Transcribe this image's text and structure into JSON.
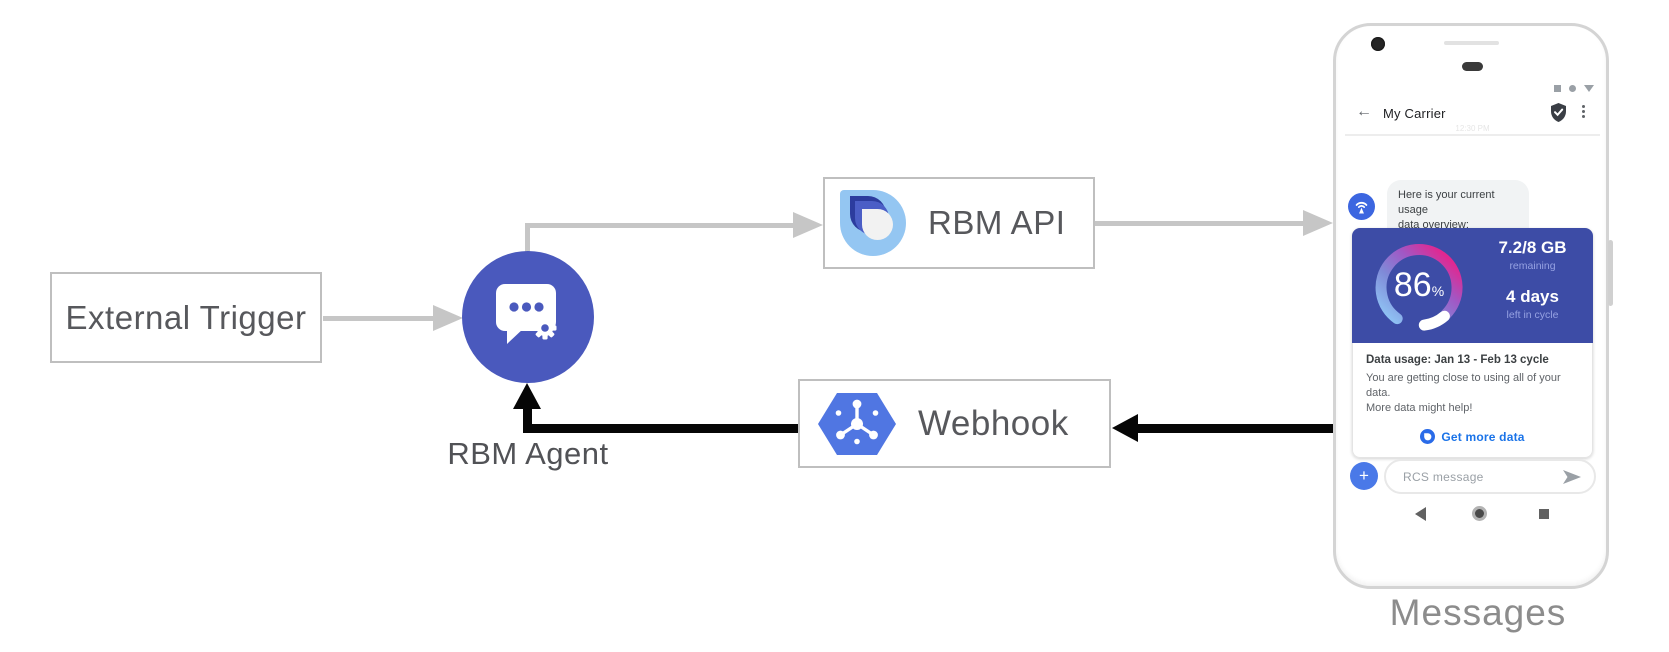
{
  "diagram": {
    "external_trigger": {
      "label": "External Trigger"
    },
    "rbm_agent": {
      "label": "RBM Agent",
      "icon": "chat-bubble-gear-icon"
    },
    "rbm_api": {
      "label": "RBM API",
      "icon": "rbm-teardrop-logo"
    },
    "webhook": {
      "label": "Webhook",
      "icon": "pubsub-hexagon-icon"
    },
    "phone_caption": "Messages"
  },
  "phone": {
    "status_icons": [
      "square",
      "dot",
      "triangle-down"
    ],
    "header": {
      "back_icon": "←",
      "title": "My Carrier",
      "verified_icon": "shield-check",
      "menu_icon": "kebab-menu"
    },
    "timestamp": "12:30 PM",
    "message": {
      "line1": "Here is your current usage",
      "line2": "data overview:"
    },
    "usage_card": {
      "gauge": {
        "percent": "86",
        "unit": "%",
        "filled_fraction": 0.86
      },
      "quota": "7.2/8 GB",
      "quota_caption": "remaining",
      "days_left": "4 days",
      "days_caption": "left in cycle",
      "title": "Data usage: Jan 13 - Feb 13 cycle",
      "body_line1": "You are getting close to using all of your data.",
      "body_line2": "More data might help!",
      "action_label": "Get more data"
    },
    "compose": {
      "plus_label": "+",
      "placeholder": "RCS message",
      "send_icon": "send-arrow"
    },
    "nav": [
      "back",
      "home",
      "recents"
    ]
  },
  "colors": {
    "agent_circle": "#4a59bd",
    "card_header": "#3d4ca6",
    "webhook_hexagon": "#5076e2",
    "avatar_blue": "#3c66e0",
    "plus_button": "#4a79e8",
    "link_blue": "#1a73e8",
    "arrow_gray": "#c6c6c6",
    "arrow_black": "#060606",
    "gauge_gradient": [
      "#92cbf8",
      "#7f8bd8",
      "#a158c5",
      "#e02891",
      "#ee2277"
    ]
  }
}
